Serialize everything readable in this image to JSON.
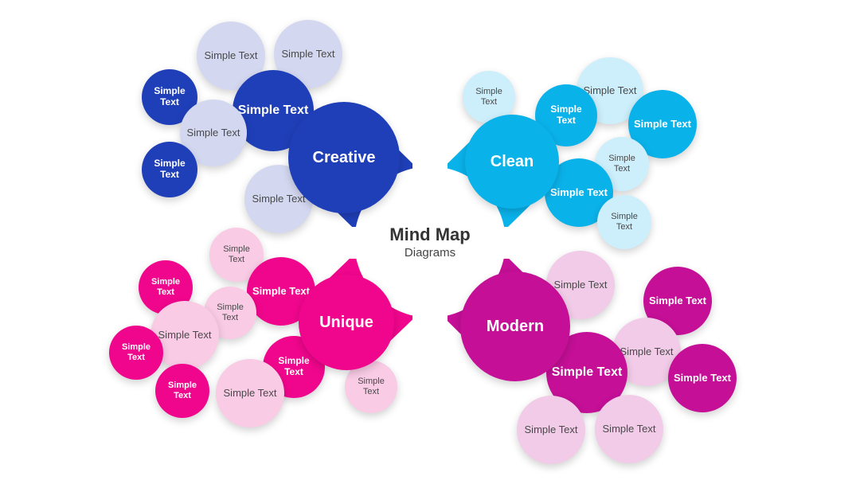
{
  "center": {
    "title": "Mind Map",
    "subtitle": "Diagrams"
  },
  "colors": {
    "creative": "#1F3FB8",
    "creative_light": "#D3D8F0",
    "clean": "#0AB2EA",
    "clean_light": "#CDEEFB",
    "unique": "#F0068C",
    "unique_light": "#F9CBE5",
    "modern": "#C40F96",
    "modern_light": "#F1CBE7"
  },
  "branches": [
    {
      "id": "creative",
      "label": "Creative",
      "nodes": [
        {
          "text": "Simple Text"
        },
        {
          "text": "Simple Text"
        },
        {
          "text": "Simple Text"
        },
        {
          "text": "Simple Text"
        },
        {
          "text": "Simple Text"
        },
        {
          "text": "Simple Text"
        },
        {
          "text": "Simple Text"
        }
      ]
    },
    {
      "id": "clean",
      "label": "Clean",
      "nodes": [
        {
          "text": "Simple Text"
        },
        {
          "text": "Simple Text"
        },
        {
          "text": "Simple Text"
        },
        {
          "text": "Simple Text"
        },
        {
          "text": "Simple Text"
        },
        {
          "text": "Simple Text"
        },
        {
          "text": "Simple Text"
        }
      ]
    },
    {
      "id": "unique",
      "label": "Unique",
      "nodes": [
        {
          "text": "Simple Text"
        },
        {
          "text": "Simple Text"
        },
        {
          "text": "Simple Text"
        },
        {
          "text": "Simple Text"
        },
        {
          "text": "Simple Text"
        },
        {
          "text": "Simple Text"
        },
        {
          "text": "Simple Text"
        },
        {
          "text": "Simple Text"
        },
        {
          "text": "Simple Text"
        },
        {
          "text": "Simple Text"
        }
      ]
    },
    {
      "id": "modern",
      "label": "Modern",
      "nodes": [
        {
          "text": "Simple Text"
        },
        {
          "text": "Simple Text"
        },
        {
          "text": "Simple Text"
        },
        {
          "text": "Simple Text"
        },
        {
          "text": "Simple Text"
        },
        {
          "text": "Simple Text"
        },
        {
          "text": "Simple Text"
        }
      ]
    }
  ]
}
